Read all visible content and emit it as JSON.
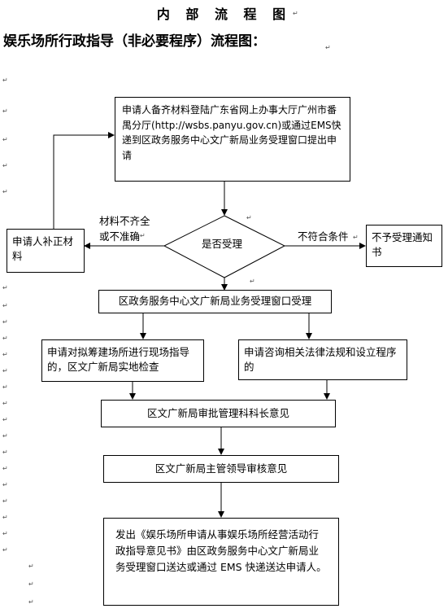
{
  "doc": {
    "heading": "内 部 流 程 图",
    "subheading": "娱乐场所行政指导（非必要程序）流程图：",
    "paragraph_mark": "↵"
  },
  "flow": {
    "step_apply": "申请人备齐材料登陆广东省网上办事大厅广州市番禺分厅(http://wsbs.panyu.gov.cn)或通过EMS快递到区政务服务中心文广新局业务受理窗口提出申请",
    "decision_accept": "是否受理",
    "label_incomplete_line1": "材料不齐全",
    "label_incomplete_line2": "或不准确",
    "step_supplement": "申请人补正材料",
    "label_not_qualified": "不符合条件",
    "step_reject": "不予受理通知书",
    "step_window_accept": "区政务服务中心文广新局业务受理窗口受理",
    "step_site_check": "申请对拟筹建场所进行现场指导的，区文广新局实地检查",
    "step_consult": "申请咨询相关法律法规和设立程序的",
    "step_section_opinion": "区文广新局审批管理科科长意见",
    "step_leader_review": "区文广新局主管领导审核意见",
    "step_issue": "发出《娱乐场所申请从事娱乐场所经营活动行政指导意见书》由区政务服务中心文广新局业务受理窗口送达或通过 EMS 快递送达申请人。"
  }
}
